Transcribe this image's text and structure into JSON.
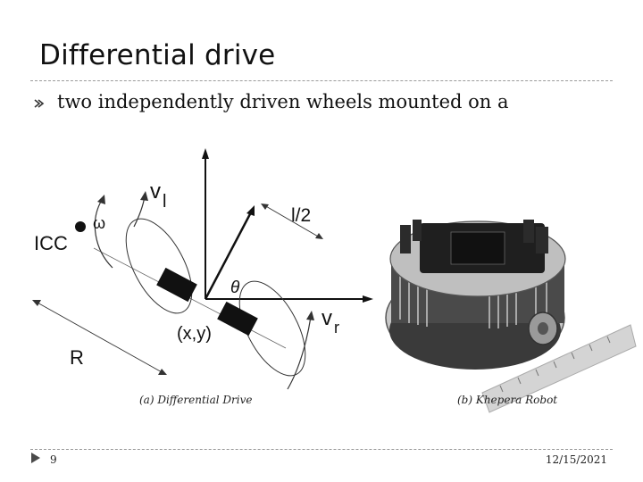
{
  "slide": {
    "title": "Differential drive",
    "bullet": "two independently driven wheels mounted on a",
    "page_number": "9",
    "date": "12/15/2021"
  },
  "diagram": {
    "labels": {
      "icc": "ICC",
      "omega": "ω",
      "vl": "v",
      "vl_sub": "l",
      "half_l": "l/2",
      "theta": "θ",
      "vr": "v",
      "vr_sub": "r",
      "xy": "(x,y)",
      "r": "R"
    },
    "captions": {
      "left": "(a) Differential Drive",
      "right": "(b) Khepera Robot"
    },
    "colors": {
      "ink": "#111111",
      "robot_body": "#2a2a2a",
      "robot_ring": "#bdbdbd",
      "ruler": "#cfcfcf"
    }
  }
}
